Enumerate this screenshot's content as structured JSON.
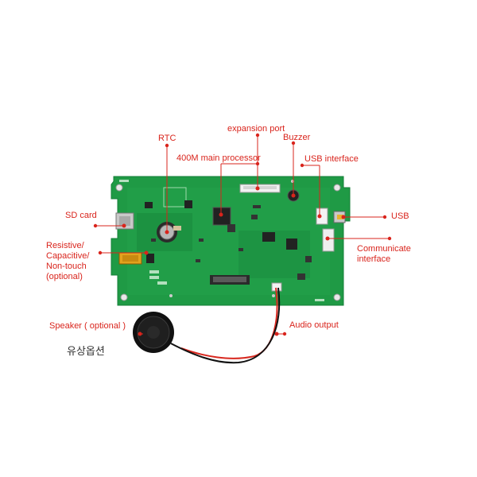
{
  "colors": {
    "label": "#d9241c",
    "pcb": "#1f9a45",
    "pcb_dark": "#157a35",
    "wire_red": "#d8281f",
    "wire_black": "#111111"
  },
  "labels": {
    "rtc": "RTC",
    "expansion_port": "expansion port",
    "buzzer": "Buzzer",
    "processor": "400M main processor",
    "usb_interface": "USB interface",
    "sd_card": "SD card",
    "usb": "USB",
    "touch_options": "Resistive/\nCapacitive/\nNon-touch\n(optional)",
    "communicate_interface": "Communicate\ninterface",
    "speaker": "Speaker ( optional )",
    "audio_output": "Audio output",
    "korean_note": "유상옵션"
  }
}
